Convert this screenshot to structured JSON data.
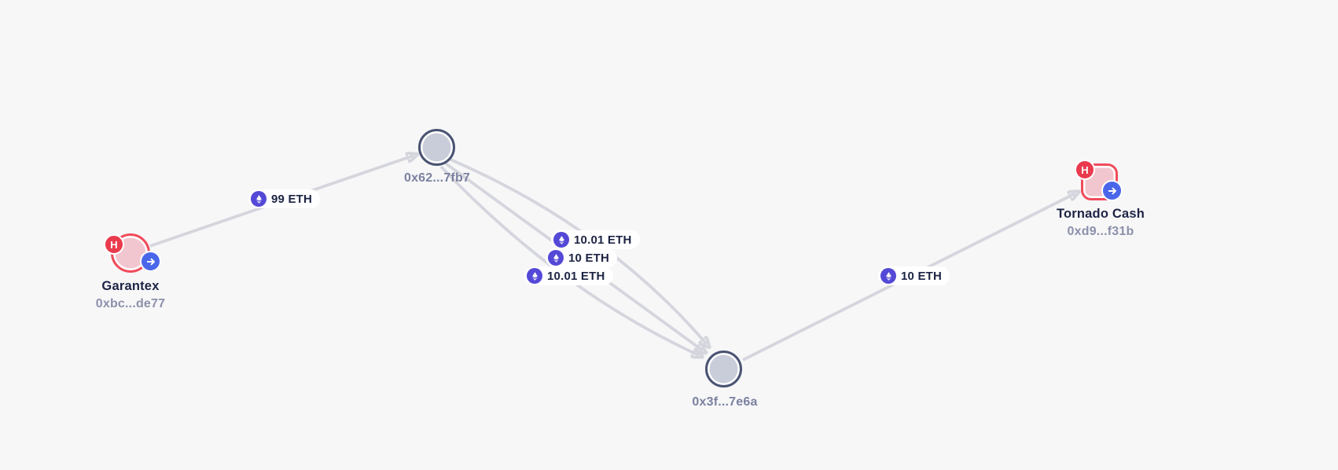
{
  "app": {
    "description": "Blockchain fund-flow trace graph"
  },
  "colors": {
    "background": "#f7f7f8",
    "edge": "#d5d6dd",
    "arrowhead": "#d2d4dc",
    "node_border": "#4a5372",
    "node_fill": "#c9cdda",
    "flag_border": "#f04c5b",
    "flag_fill": "#f2c6ce",
    "badge_h": "#e93b4d",
    "badge_arrow": "#4b67e9",
    "eth_icon": "#5449d6",
    "pill_bg": "#ffffff",
    "text_dark": "#1d2444",
    "text_gray": "#8b90ab",
    "hex_gray": "#7b82a0"
  },
  "badges": {
    "hacked_letter": "H",
    "outflow_icon": "right-arrow"
  },
  "nodes": [
    {
      "label": "Garantex",
      "address": "0xbc...de77",
      "shape": "circle",
      "theme": "flagged",
      "badges": [
        "H",
        "outflow-arrow"
      ]
    },
    {
      "label": "0x62...7fb7",
      "shape": "circle",
      "theme": "neutral"
    },
    {
      "label": "0x3f...7e6a",
      "shape": "circle",
      "theme": "neutral"
    },
    {
      "label": "Tornado Cash",
      "address": "0xd9...f31b",
      "shape": "rounded-square",
      "theme": "flagged",
      "badges": [
        "H",
        "outflow-arrow"
      ]
    }
  ],
  "edges": [
    {
      "from": "Garantex",
      "to": "0x62...7fb7",
      "amount": "99 ETH",
      "asset": "ETH"
    },
    {
      "from": "0x62...7fb7",
      "to": "0x3f...7e6a",
      "amount": "10.01 ETH",
      "asset": "ETH"
    },
    {
      "from": "0x62...7fb7",
      "to": "0x3f...7e6a",
      "amount": "10 ETH",
      "asset": "ETH"
    },
    {
      "from": "0x62...7fb7",
      "to": "0x3f...7e6a",
      "amount": "10.01 ETH",
      "asset": "ETH"
    },
    {
      "from": "0x3f...7e6a",
      "to": "Tornado Cash",
      "amount": "10 ETH",
      "asset": "ETH"
    }
  ]
}
